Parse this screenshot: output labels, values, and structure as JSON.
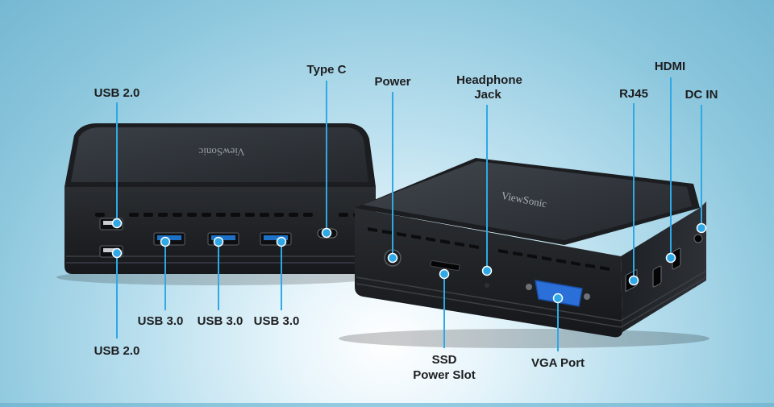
{
  "brand": {
    "logo_text": "ViewSonic"
  },
  "colors": {
    "callout": "#2fa8e6",
    "body": "#24272b",
    "top_panel": "#2f3338",
    "usb3_port": "#1d72c8",
    "vga_port": "#2b6fd8"
  },
  "callouts": {
    "usb20_top": "USB 2.0",
    "usb20_bottom": "USB 2.0",
    "usb30_a": "USB 3.0",
    "usb30_b": "USB 3.0",
    "usb30_c": "USB 3.0",
    "type_c": "Type C",
    "power": "Power",
    "headphone_line1": "Headphone",
    "headphone_line2": "Jack",
    "ssd_line1": "SSD",
    "ssd_line2": "Power Slot",
    "vga": "VGA Port",
    "rj45": "RJ45",
    "hdmi": "HDMI",
    "dc_in": "DC IN"
  }
}
